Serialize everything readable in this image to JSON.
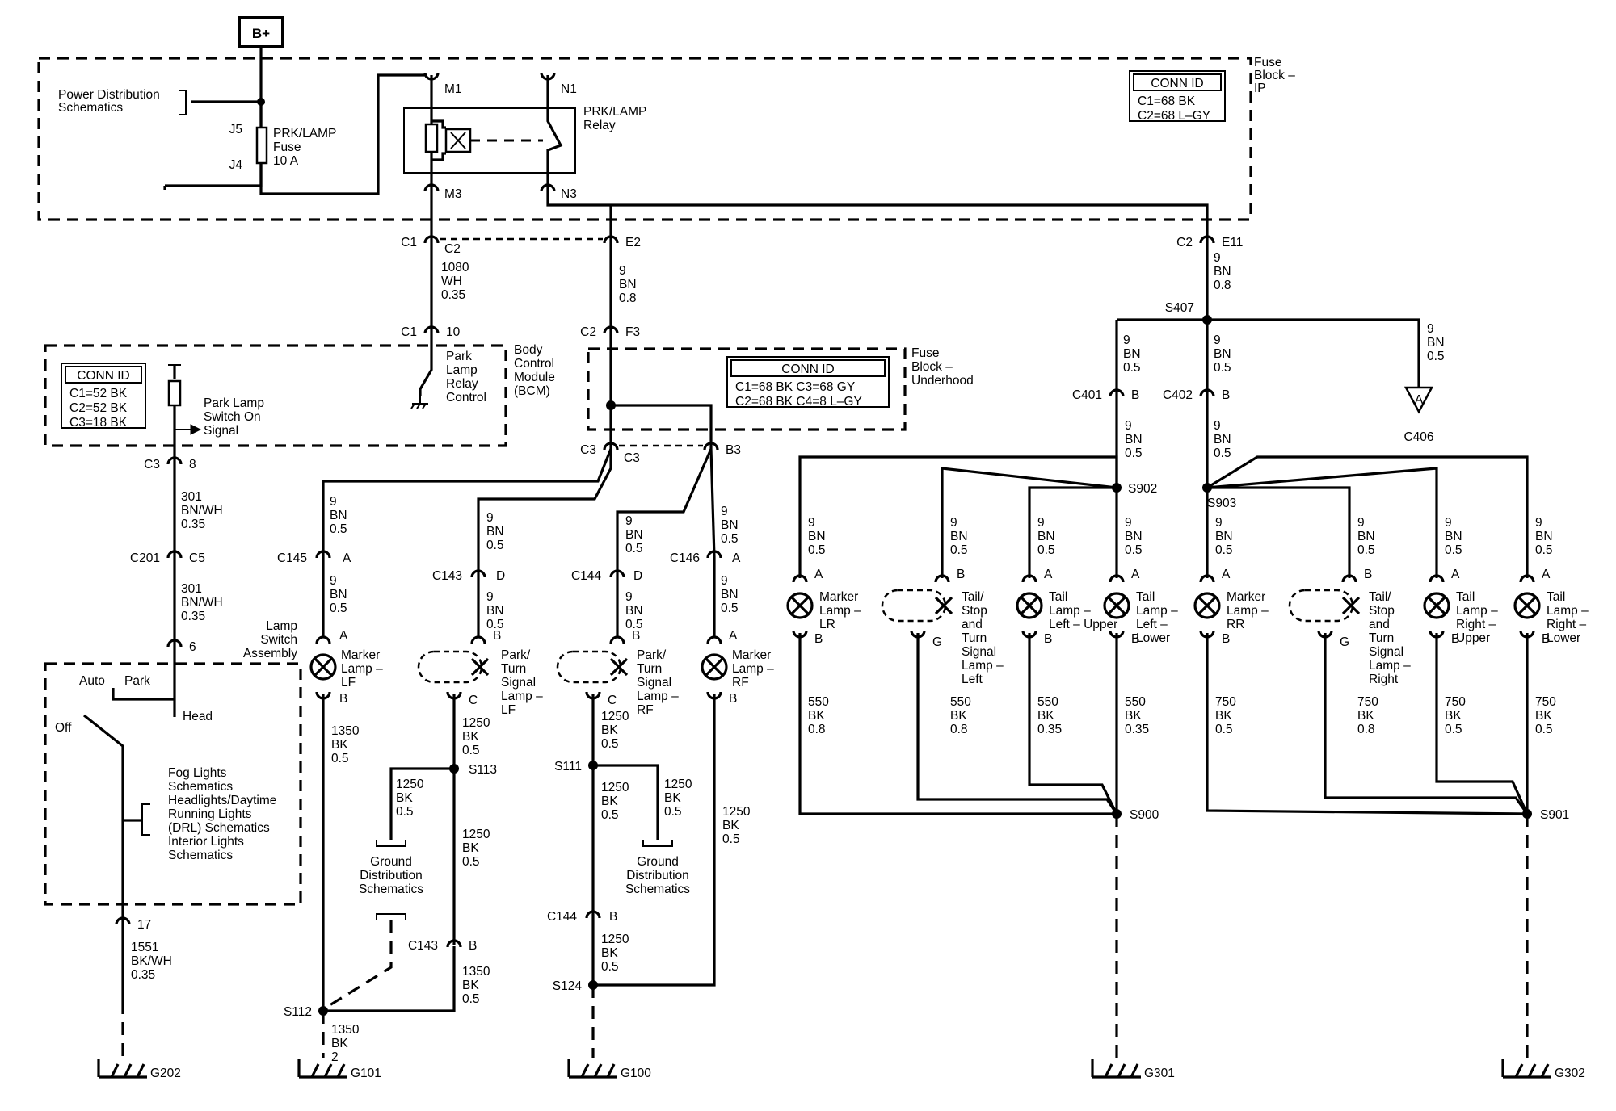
{
  "battery": "B+",
  "power_dist": [
    "Power Distribution",
    "Schematics"
  ],
  "fuse_block_ip": [
    "Fuse",
    "Block –",
    "IP"
  ],
  "fuse_ip_conn": {
    "title": "CONN ID",
    "rows": [
      "C1=68 BK",
      "C2=68 L–GY"
    ]
  },
  "fuse": {
    "top_pin": "J5",
    "bottom_pin": "J4",
    "label": [
      "PRK/LAMP",
      "Fuse",
      "10 A"
    ]
  },
  "relay": {
    "label": [
      "PRK/LAMP",
      "Relay"
    ],
    "pins": {
      "m1": "M1",
      "n1": "N1",
      "m3": "M3",
      "n3": "N3"
    }
  },
  "conn_c1_c2": {
    "left": "C1",
    "right": "C2"
  },
  "conn_e2": "E2",
  "conn_c2_e11": {
    "left": "C2",
    "right": "E11"
  },
  "wire_1080": [
    "1080",
    "WH",
    "0.35"
  ],
  "wire_9bn08_a": [
    "9",
    "BN",
    "0.8"
  ],
  "wire_9bn08_b": [
    "9",
    "BN",
    "0.8"
  ],
  "conn_bcm": {
    "left": "C1",
    "right": "10"
  },
  "conn_f3": {
    "left": "C2",
    "right": "F3"
  },
  "bcm_label": [
    "Body",
    "Control",
    "Module",
    "(BCM)"
  ],
  "relay_control": [
    "Park",
    "Lamp",
    "Relay",
    "Control"
  ],
  "bcm_conn": {
    "title": "CONN ID",
    "rows": [
      "C1=52 BK",
      "C2=52 BK",
      "C3=18 BK"
    ]
  },
  "park_switch_signal": [
    "Park Lamp",
    "Switch On",
    "Signal"
  ],
  "fuse_uh_label": [
    "Fuse",
    "Block –",
    "Underhood"
  ],
  "fuse_uh_conn": {
    "title": "CONN ID",
    "rows": [
      "C1=68 BK   C3=68 GY",
      "C2=68 BK   C4=8 L–GY"
    ]
  },
  "s407": "S407",
  "c406": {
    "glyph": "A",
    "label": "C406"
  },
  "wire_s407_right": [
    "9",
    "BN",
    "0.5"
  ],
  "conn_c3_8": {
    "left": "C3",
    "right": "8"
  },
  "wire_301_a": [
    "301",
    "BN/WH",
    "0.35"
  ],
  "conn_c201": {
    "left": "C201",
    "right": "C5"
  },
  "wire_301_b": [
    "301",
    "BN/WH",
    "0.35"
  ],
  "conn_lamp_6": "6",
  "lamp_switch": {
    "label": [
      "Lamp",
      "Switch",
      "Assembly"
    ],
    "auto": "Auto",
    "park": "Park",
    "off": "Off",
    "head": "Head"
  },
  "switch_refs": [
    "Fog Lights",
    "Schematics",
    "Headlights/Daytime",
    "Running Lights",
    "(DRL) Schematics",
    "Interior Lights",
    "Schematics"
  ],
  "conn_17": "17",
  "wire_1551": [
    "1551",
    "BK/WH",
    "0.35"
  ],
  "g202": "G202",
  "conn_c3_left": "C3",
  "conn_c3_right": "C3",
  "conn_b3": "B3",
  "wire_lf_marker_top": [
    "9",
    "BN",
    "0.5"
  ],
  "conn_c145": {
    "left": "C145",
    "right": "A"
  },
  "wire_lf_marker_mid": [
    "9",
    "BN",
    "0.5"
  ],
  "marker_lf": {
    "pin_top": "A",
    "pin_bot": "B",
    "label": [
      "Marker",
      "Lamp –",
      "LF"
    ]
  },
  "wire_1350_a": [
    "1350",
    "BK",
    "0.5"
  ],
  "wire_lf_park_top": [
    "9",
    "BN",
    "0.5"
  ],
  "conn_c143_d": {
    "left": "C143",
    "right": "D"
  },
  "wire_lf_park_mid": [
    "9",
    "BN",
    "0.5"
  ],
  "park_lf": {
    "pin_top": "B",
    "pin_bot": "C",
    "label": [
      "Park/",
      "Turn",
      "Signal",
      "Lamp –",
      "LF"
    ]
  },
  "wire_1250_a": [
    "1250",
    "BK",
    "0.5"
  ],
  "s113": "S113",
  "wire_1250_b": [
    "1250",
    "BK",
    "0.5"
  ],
  "ground_dist_1": [
    "Ground",
    "Distribution",
    "Schematics"
  ],
  "wire_1250_c": [
    "1250",
    "BK",
    "0.5"
  ],
  "conn_c143_b": {
    "left": "C143",
    "right": "B"
  },
  "wire_1350_b": [
    "1350",
    "BK",
    "0.5"
  ],
  "s112": "S112",
  "wire_1350_c": [
    "1350",
    "BK",
    "2"
  ],
  "g101": "G101",
  "wire_rf_park_top": [
    "9",
    "BN",
    "0.5"
  ],
  "conn_c144_d": {
    "left": "C144",
    "right": "D"
  },
  "wire_rf_park_mid": [
    "9",
    "BN",
    "0.5"
  ],
  "park_rf": {
    "pin_top": "B",
    "pin_bot": "C",
    "label": [
      "Park/",
      "Turn",
      "Signal",
      "Lamp –",
      "RF"
    ]
  },
  "wire_1250_d": [
    "1250",
    "BK",
    "0.5"
  ],
  "s111": "S111",
  "wire_1250_e": [
    "1250",
    "BK",
    "0.5"
  ],
  "wire_1250_f": [
    "1250",
    "BK",
    "0.5"
  ],
  "ground_dist_2": [
    "Ground",
    "Distribution",
    "Schematics"
  ],
  "conn_c144_b": {
    "left": "C144",
    "right": "B"
  },
  "wire_1250_g": [
    "1250",
    "BK",
    "0.5"
  ],
  "s124": "S124",
  "g100": "G100",
  "wire_rf_marker_top": [
    "9",
    "BN",
    "0.5"
  ],
  "conn_c146": {
    "left": "C146",
    "right": "A"
  },
  "wire_rf_marker_mid": [
    "9",
    "BN",
    "0.5"
  ],
  "marker_rf": {
    "pin_top": "A",
    "pin_bot": "B",
    "label": [
      "Marker",
      "Lamp –",
      "RF"
    ]
  },
  "wire_1250_h": [
    "1250",
    "BK",
    "0.5"
  ],
  "wire_c401_top": [
    "9",
    "BN",
    "0.5"
  ],
  "conn_c401": {
    "left": "C401",
    "right": "B"
  },
  "wire_c401_bot": [
    "9",
    "BN",
    "0.5"
  ],
  "s902": "S902",
  "wire_c402_top": [
    "9",
    "BN",
    "0.5"
  ],
  "conn_c402": {
    "left": "C402",
    "right": "B"
  },
  "wire_c402_bot": [
    "9",
    "BN",
    "0.5"
  ],
  "s903": "S903",
  "left_rear_lamps": [
    {
      "wire_top": [
        "9",
        "BN",
        "0.5"
      ],
      "pin_top": "A",
      "pin_bot": "B",
      "label": [
        "Marker",
        "Lamp –",
        "LR"
      ],
      "wire_bot": [
        "550",
        "BK",
        "0.8"
      ]
    },
    {
      "wire_top": [
        "9",
        "BN",
        "0.5"
      ],
      "pin_top": "B",
      "pin_bot": "G",
      "label": [
        "Tail/",
        "Stop",
        "and",
        "Turn",
        "Signal",
        "Lamp –",
        "Left"
      ],
      "wire_bot": [
        "550",
        "BK",
        "0.8"
      ]
    },
    {
      "wire_top": [
        "9",
        "BN",
        "0.5"
      ],
      "pin_top": "A",
      "pin_bot": "B",
      "label": [
        "Tail",
        "Lamp –",
        "Left – Upper"
      ],
      "wire_bot": [
        "550",
        "BK",
        "0.35"
      ]
    },
    {
      "wire_top": [
        "9",
        "BN",
        "0.5"
      ],
      "pin_top": "A",
      "pin_bot": "B",
      "label": [
        "Tail",
        "Lamp –",
        "Left –",
        "Lower"
      ],
      "wire_bot": [
        "550",
        "BK",
        "0.35"
      ]
    }
  ],
  "right_rear_lamps": [
    {
      "wire_top": [
        "9",
        "BN",
        "0.5"
      ],
      "pin_top": "A",
      "pin_bot": "B",
      "label": [
        "Marker",
        "Lamp –",
        "RR"
      ],
      "wire_bot": [
        "750",
        "BK",
        "0.5"
      ]
    },
    {
      "wire_top": [
        "9",
        "BN",
        "0.5"
      ],
      "pin_top": "B",
      "pin_bot": "G",
      "label": [
        "Tail/",
        "Stop",
        "and",
        "Turn",
        "Signal",
        "Lamp –",
        "Right"
      ],
      "wire_bot": [
        "750",
        "BK",
        "0.8"
      ]
    },
    {
      "wire_top": [
        "9",
        "BN",
        "0.5"
      ],
      "pin_top": "A",
      "pin_bot": "B",
      "label": [
        "Tail",
        "Lamp –",
        "Right –",
        "Upper"
      ],
      "wire_bot": [
        "750",
        "BK",
        "0.5"
      ]
    },
    {
      "wire_top": [
        "9",
        "BN",
        "0.5"
      ],
      "pin_top": "A",
      "pin_bot": "B",
      "label": [
        "Tail",
        "Lamp –",
        "Right –",
        "Lower"
      ],
      "wire_bot": [
        "750",
        "BK",
        "0.5"
      ]
    }
  ],
  "s900": "S900",
  "s901": "S901",
  "g301": "G301",
  "g302": "G302"
}
